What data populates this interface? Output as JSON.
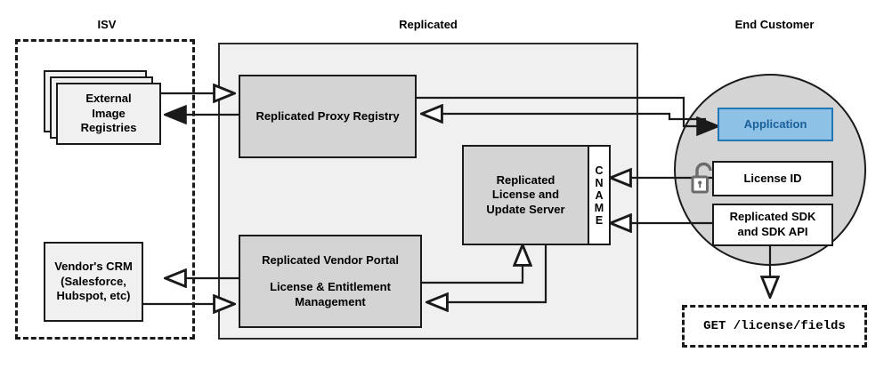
{
  "diagram": {
    "title_isv": "ISV",
    "title_replicated": "Replicated",
    "title_end_customer": "End Customer",
    "colors": {
      "panel_fill": "#f0f0f0",
      "component_fill": "#d4d4d4",
      "application_fill": "#8ec1e6",
      "application_border": "#2176b3",
      "application_text": "#1a6099",
      "customer_circle_fill": "#d4d4d4",
      "stroke": "#1a1a1a"
    }
  },
  "isv": {
    "zone_label": "ISV",
    "external_registries": "External\nImage\nRegistries",
    "vendor_crm": "Vendor's CRM\n(Salesforce,\nHubspot, etc)"
  },
  "replicated": {
    "zone_label": "Replicated",
    "proxy_registry": "Replicated Proxy Registry",
    "license_update_server": "Replicated\nLicense and\nUpdate Server",
    "cname_letters": [
      "C",
      "N",
      "A",
      "M",
      "E"
    ],
    "cname_label": "CNAME",
    "vendor_portal_title": "Replicated Vendor Portal",
    "vendor_portal_subtitle": "License & Entitlement\nManagement"
  },
  "end_customer": {
    "zone_label": "End Customer",
    "application": "Application",
    "license_id": "License ID",
    "replicated_sdk": "Replicated SDK\nand SDK API",
    "lock_icon_name": "open-padlock-icon",
    "api_request": "GET /license/fields"
  }
}
